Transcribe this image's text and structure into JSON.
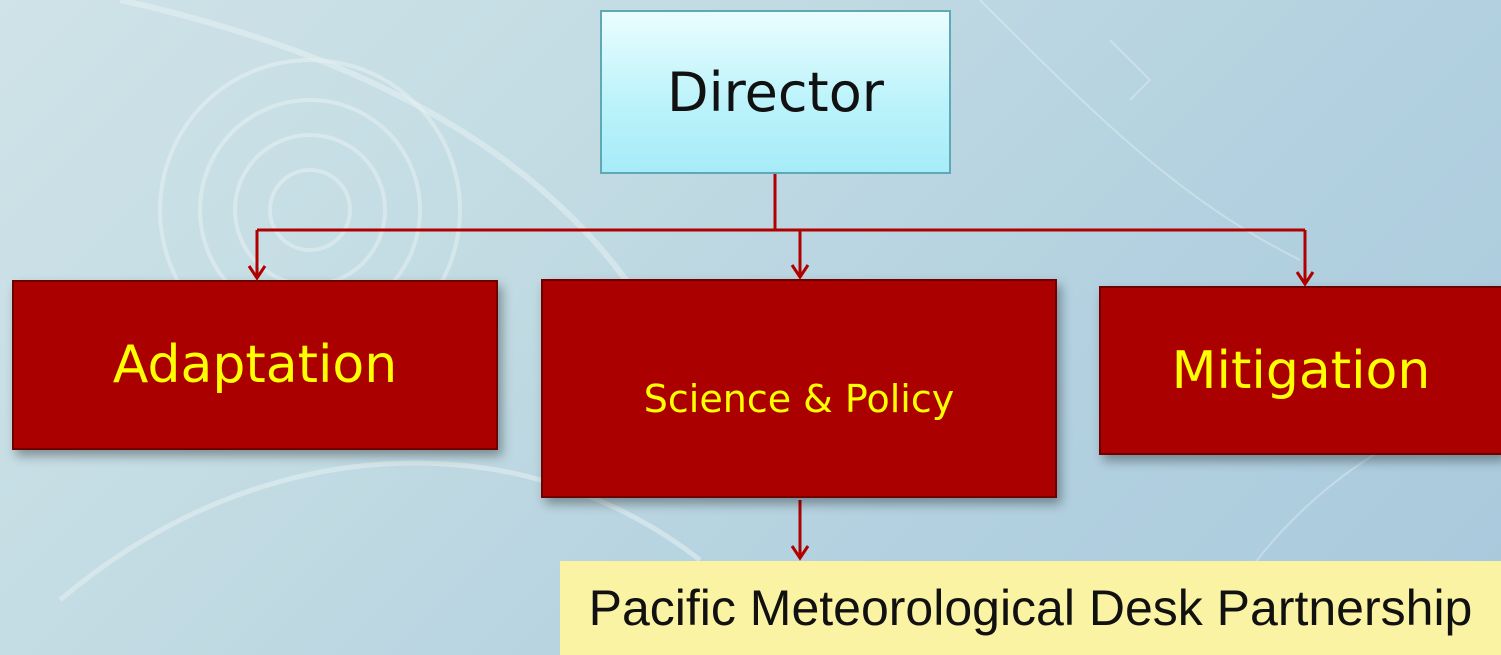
{
  "org_chart": {
    "director": {
      "label": "Director"
    },
    "divisions": [
      {
        "label": "Adaptation"
      },
      {
        "label": "Science & Policy"
      },
      {
        "label": "Mitigation"
      }
    ],
    "partnership": {
      "label": "Pacific Meteorological Desk Partnership"
    }
  },
  "colors": {
    "connector": "#b00000",
    "division_fill": "#ab0000",
    "division_text": "#ffff00",
    "director_fill": "#bdf3fb",
    "partnership_fill": "#faf3a3"
  }
}
